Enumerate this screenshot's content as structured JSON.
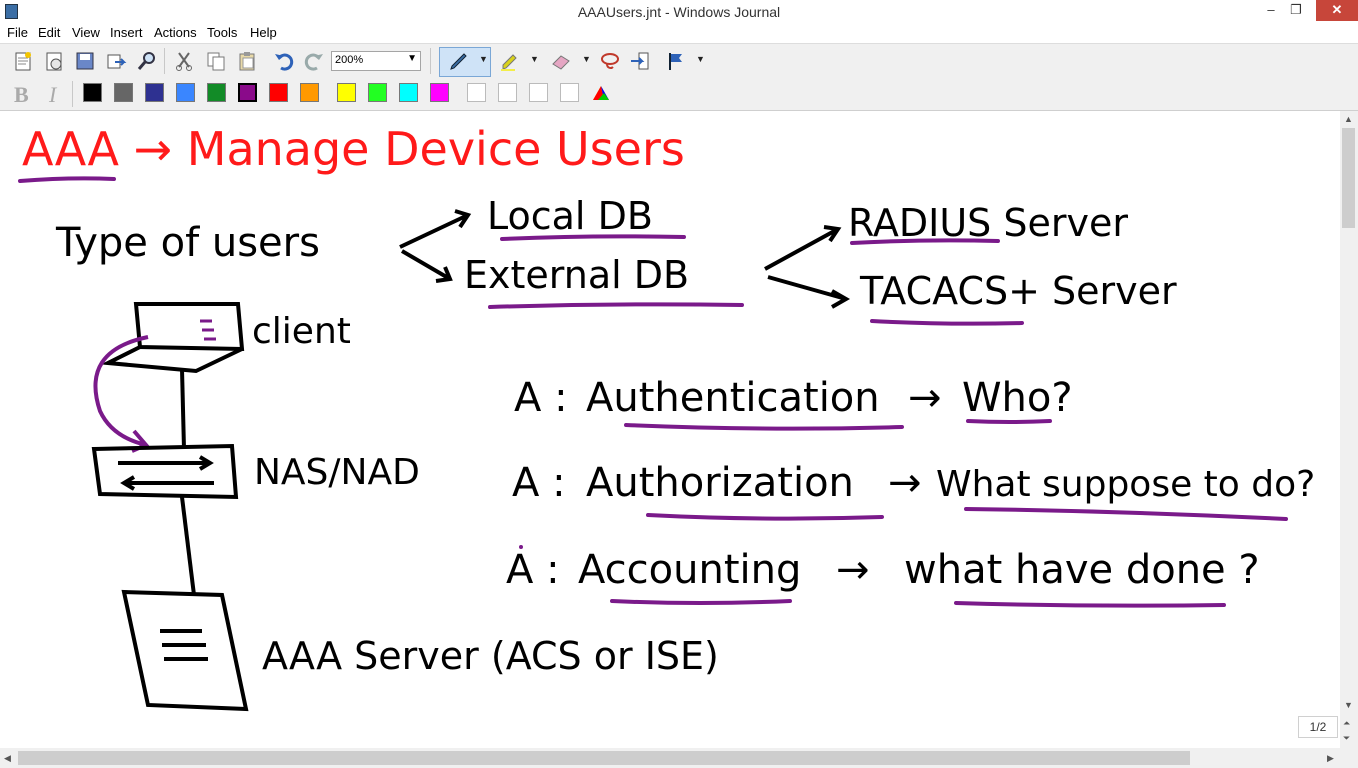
{
  "window": {
    "title": "AAAUsers.jnt - Windows Journal",
    "minimize": "–",
    "restore": "❐",
    "close": "✕"
  },
  "menu": [
    "File",
    "Edit",
    "View",
    "Insert",
    "Actions",
    "Tools",
    "Help"
  ],
  "toolbar": {
    "zoom_value": "200%",
    "icons": [
      "new-note-icon",
      "open-icon",
      "save-icon",
      "send-icon",
      "find-icon",
      "cut-icon",
      "copy-icon",
      "paste-icon",
      "undo-icon",
      "redo-icon"
    ],
    "pen_icons": [
      "pen-icon",
      "highlighter-icon",
      "eraser-icon",
      "lasso-icon",
      "insert-space-icon",
      "flag-icon"
    ]
  },
  "format": {
    "bold": "B",
    "italic": "I"
  },
  "palette": [
    "#000000",
    "#666666",
    "#2e3191",
    "#3a86ff",
    "#128b27",
    "#8a0a8a",
    "#ff0000",
    "#ff9900",
    "#ffff00",
    "#22ff22",
    "#00ffff",
    "#ff00ff"
  ],
  "note": {
    "title": "AAA → Manage Device Users",
    "type_of_users": "Type of users",
    "local_db": "Local DB",
    "external_db": "External DB",
    "radius": "RADIUS Server",
    "tacacs": "TACACS+ Server",
    "client": "client",
    "nas": "NAS/NAD",
    "aaa_server": "AAA Server (ACS or ISE)",
    "lines": [
      {
        "letter": "A :",
        "word": "Authentication",
        "arrow": "→",
        "question": "Who?"
      },
      {
        "letter": "A :",
        "word": "Authorization",
        "arrow": "→",
        "question": "What suppose to do?"
      },
      {
        "letter": "A :",
        "word": "Accounting",
        "arrow": "→",
        "question": "what have done ?"
      }
    ]
  },
  "colors": {
    "ink_black": "#000000",
    "ink_red": "#ff1a1a",
    "ink_purple": "#7a1a8a"
  },
  "page_indicator": "1/2"
}
